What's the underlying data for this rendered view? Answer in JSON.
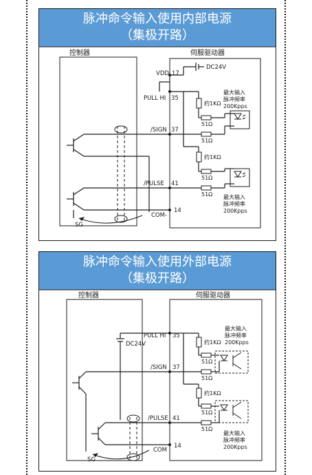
{
  "panel1": {
    "title_line1": "脉冲命令输入使用内部电源",
    "title_line2": "（集极开路）",
    "controller_label": "控制器",
    "driver_label": "伺服驱动器",
    "vdd": "VDD",
    "vdd_pin": "17",
    "dc24v": "DC24V",
    "pullhi": "PULL HI",
    "pullhi_pin": "35",
    "sign": "/SIGN",
    "sign_pin": "37",
    "pulse": "/PULSE",
    "pulse_pin": "41",
    "com": "COM-",
    "com_pin": "14",
    "sg": "SG",
    "r1k_a": "约1KΩ",
    "r1k_b": "约1KΩ",
    "r51_1": "51Ω",
    "r51_2": "51Ω",
    "r51_3": "51Ω",
    "r51_4": "51Ω",
    "max_top_1": "最大输入",
    "max_top_2": "脉冲频率",
    "max_top_3": "200Kpps",
    "max_bot_1": "最大输入",
    "max_bot_2": "脉冲频率",
    "max_bot_3": "200Kpps"
  },
  "panel2": {
    "title_line1": "脉冲命令输入使用外部电源",
    "title_line2": "（集极开路）",
    "controller_label": "控制器",
    "driver_label": "伺服驱动器",
    "dc24v": "DC24V",
    "pullhi": "PULL HI",
    "pullhi_pin": "35",
    "sign": "/SIGN",
    "sign_pin": "37",
    "pulse": "/PULSE",
    "pulse_pin": "41",
    "com": "COM",
    "com_pin": "14",
    "sg": "SG",
    "r1k_a": "约1KΩ",
    "r1k_b": "约1KΩ",
    "r51_1": "51Ω",
    "r51_2": "51Ω",
    "r51_3": "51Ω",
    "r51_4": "51Ω",
    "max_top_1": "最大输入",
    "max_top_2": "脉冲频率",
    "max_top_3": "200Kpps",
    "max_bot_1": "最大输入",
    "max_bot_2": "脉冲频率",
    "max_bot_3": "200Kpps"
  }
}
